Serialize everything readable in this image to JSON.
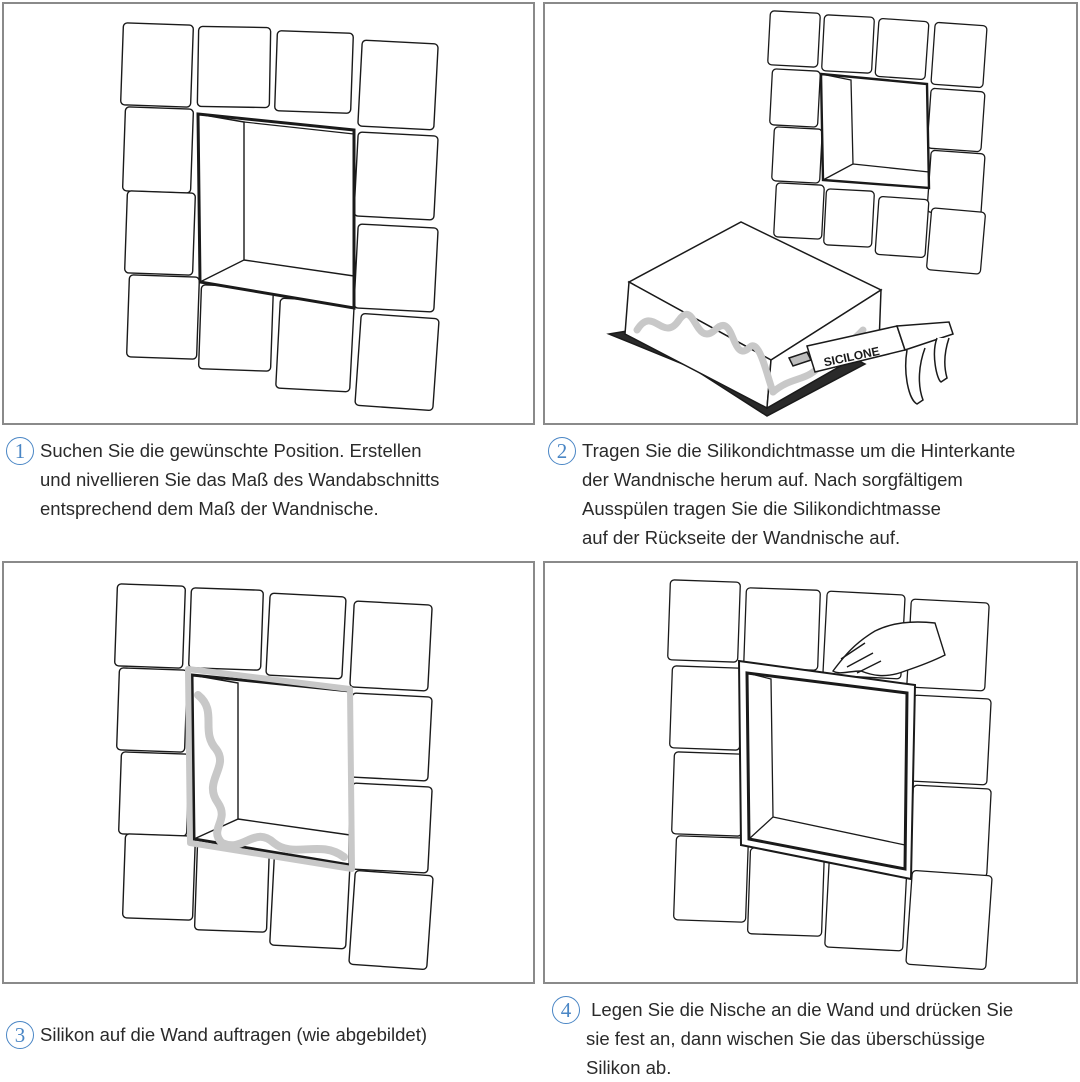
{
  "steps": [
    {
      "number": "1",
      "lines": [
        "Suchen Sie die gewünschte Position. Erstellen",
        "und nivellieren Sie das Maß des Wandabschnitts",
        "entsprechend dem Maß der Wandnische."
      ]
    },
    {
      "number": "2",
      "lines": [
        "Tragen Sie die Silikondichtmasse um die Hinterkante",
        "der Wandnische herum auf. Nach sorgfältigem",
        "Ausspülen tragen Sie die Silikondichtmasse",
        "auf der Rückseite der Wandnische auf."
      ]
    },
    {
      "number": "3",
      "lines": [
        "Silikon auf die Wand auftragen (wie abgebildet)"
      ]
    },
    {
      "number": "4",
      "lines": [
        " Legen Sie die Nische an die Wand und drücken Sie",
        "sie fest an, dann wischen Sie das überschüssige",
        "Silikon ab."
      ]
    }
  ],
  "caulk_gun_label": "SICILONE",
  "colors": {
    "panel_border": "#8a8a8a",
    "step_number": "#4a86c5",
    "silicone": "#c8c8c8",
    "line_art": "#1a1a1a"
  }
}
